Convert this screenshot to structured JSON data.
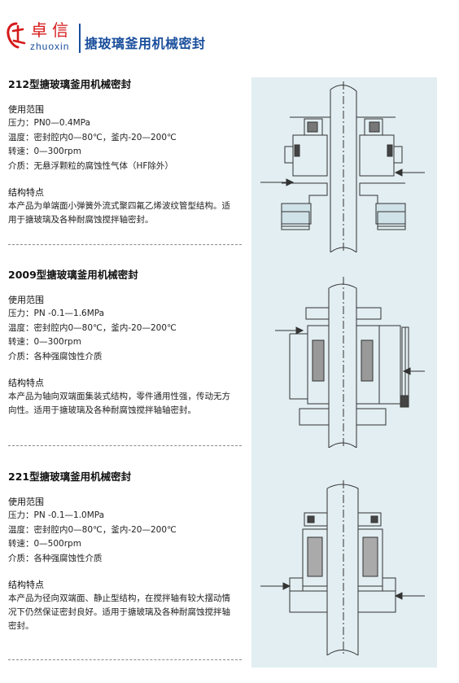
{
  "header": {
    "brand_cn": "卓信",
    "brand_en": "zhuoxin",
    "title": "搪玻璃釜用机械密封",
    "brand_color": "#d61a1a",
    "accent_color": "#1a4f9c"
  },
  "sections": [
    {
      "title": "212型搪玻璃釜用机械密封",
      "usage_heading": "使用范围",
      "usage": [
        "压力：PN0—0.4MPa",
        "温度：密封腔内0—80℃，釜内-20—200℃",
        "转速：0—300rpm",
        "介质：无悬浮颗粒的腐蚀性气体（HF除外）"
      ],
      "feature_heading": "结构特点",
      "feature_text": "本产品为单端面小弹簧外流式聚四氟乙烯波纹管型结构。适用于搪玻璃及各种耐腐蚀搅拌轴密封。"
    },
    {
      "title": "2009型搪玻璃釜用机械密封",
      "usage_heading": "使用范围",
      "usage": [
        "压力：PN -0.1—1.6MPa",
        "温度：密封腔内0—80℃，釜内-20—200℃",
        "转速：0—300rpm",
        "介质：各种强腐蚀性介质"
      ],
      "feature_heading": "结构特点",
      "feature_text": "本产品为轴向双端面集装式结构，零件通用性强，传动无方向性。适用于搪玻璃及各种耐腐蚀搅拌轴轴密封。"
    },
    {
      "title": "221型搪玻璃釜用机械密封",
      "usage_heading": "使用范围",
      "usage": [
        "压力：PN -0.1—1.0MPa",
        "温度：密封腔内0—80℃，釜内-20—200℃",
        "转速：0—500rpm",
        "介质：各种强腐蚀性介质"
      ],
      "feature_heading": "结构特点",
      "feature_text": "本产品为径向双端面、静止型结构，在搅拌轴有较大摆动情况下仍然保证密封良好。适用于搪玻璃及各种耐腐蚀搅拌轴密封。"
    }
  ]
}
